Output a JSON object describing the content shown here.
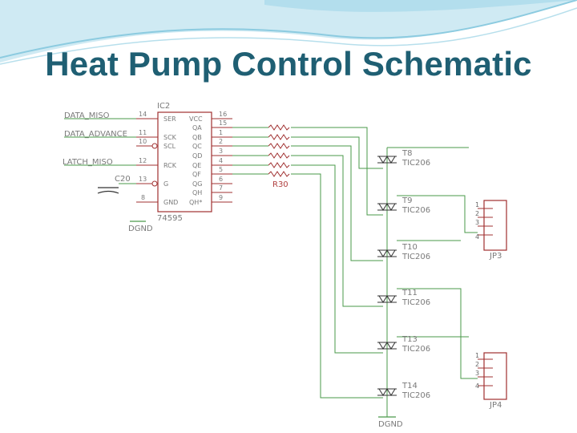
{
  "title": "Heat Pump Control Schematic",
  "colors": {
    "title": "#1f5f73",
    "wire": "#4a9a4a",
    "part": "#a03030",
    "text": "#7a7a7a"
  },
  "schematic": {
    "ic": {
      "ref": "IC2",
      "part": "74595",
      "left_pins": [
        {
          "num": "14",
          "name": "SER"
        },
        {
          "num": "11",
          "name": "SCK"
        },
        {
          "num": "10",
          "name": "SCL"
        },
        {
          "num": "12",
          "name": "RCK"
        },
        {
          "num": "13",
          "name": "G"
        },
        {
          "num": "8",
          "name": "GND"
        }
      ],
      "right_pins": [
        {
          "num": "16",
          "name": "VCC"
        },
        {
          "num": "15",
          "name": "QA"
        },
        {
          "num": "1",
          "name": "QB"
        },
        {
          "num": "2",
          "name": "QC"
        },
        {
          "num": "3",
          "name": "QD"
        },
        {
          "num": "4",
          "name": "QE"
        },
        {
          "num": "5",
          "name": "QF"
        },
        {
          "num": "6",
          "name": "QG"
        },
        {
          "num": "7",
          "name": "QH"
        },
        {
          "num": "9",
          "name": "QH*"
        }
      ]
    },
    "nets": {
      "data_miso": "DATA_MISO",
      "data_advance": "DATA_ADVANCE",
      "latch_miso": "LATCH_MISO",
      "cap": "C20",
      "gnd_left": "DGND",
      "gnd_bottom": "DGND"
    },
    "resistor_array": "R30",
    "triacs": [
      {
        "ref": "T8",
        "part": "TIC206"
      },
      {
        "ref": "T9",
        "part": "TIC206"
      },
      {
        "ref": "T10",
        "part": "TIC206"
      },
      {
        "ref": "T11",
        "part": "TIC206"
      },
      {
        "ref": "T13",
        "part": "TIC206"
      },
      {
        "ref": "T14",
        "part": "TIC206"
      }
    ],
    "connectors": [
      {
        "ref": "JP3",
        "pins": [
          "1",
          "2",
          "3",
          "4"
        ]
      },
      {
        "ref": "JP4",
        "pins": [
          "1",
          "2",
          "3",
          "4"
        ]
      }
    ]
  }
}
